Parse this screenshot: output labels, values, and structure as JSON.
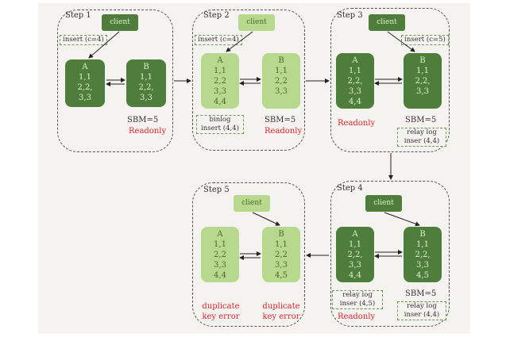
{
  "steps": [
    {
      "label": "Step 1",
      "client": "client",
      "note_insert": "insert (c=4)",
      "A": {
        "name": "A",
        "rows": [
          "1,1",
          "2,2,",
          "3,3"
        ]
      },
      "B": {
        "name": "B",
        "rows": [
          "1,1",
          "2,2,",
          "3,3"
        ]
      },
      "sbm": "SBM=5",
      "readonly": "Readonly"
    },
    {
      "label": "Step 2",
      "client": "client",
      "note_insert": "insert (c=4)",
      "A": {
        "name": "A",
        "rows": [
          "1,1",
          "2,2",
          "3,3",
          "4,4"
        ]
      },
      "B": {
        "name": "B",
        "rows": [
          "1,1",
          "2,2",
          "3,3"
        ]
      },
      "binlog": [
        "binlog",
        "insert (4,4)"
      ],
      "sbm": "SBM=5",
      "readonly": "Readonly"
    },
    {
      "label": "Step 3",
      "client": "client",
      "note_insert": "insert (c=5)",
      "A": {
        "name": "A",
        "rows": [
          "1,1",
          "2,2,",
          "3,3",
          "4,4"
        ]
      },
      "B": {
        "name": "B",
        "rows": [
          "1,1",
          "2,2,",
          "3,3"
        ]
      },
      "relay": [
        "relay log",
        "inser (4,4)"
      ],
      "sbm": "SBM=5",
      "readonly": "Readonly"
    },
    {
      "label": "Step 4",
      "client": "client",
      "A": {
        "name": "A",
        "rows": [
          "1,1",
          "2,2,",
          "3,3",
          "4,4"
        ]
      },
      "B": {
        "name": "B",
        "rows": [
          "1,1",
          "2,2,",
          "3,3",
          "4,5"
        ]
      },
      "relay_a": [
        "relay log",
        "inser (4,5)"
      ],
      "relay_b": [
        "relay log",
        "inser (4,4)"
      ],
      "sbm": "SBM=5",
      "readonly": "Readonly"
    },
    {
      "label": "Step 5",
      "client": "client",
      "A": {
        "name": "A",
        "rows": [
          "1,1",
          "2,2",
          "3,3",
          "4,4"
        ]
      },
      "B": {
        "name": "B",
        "rows": [
          "1,1",
          "2,2",
          "3,3",
          "4,5"
        ]
      },
      "error_a": [
        "duplicate",
        "key error"
      ],
      "error_b": [
        "duplicate",
        "key error"
      ]
    }
  ],
  "colors": {
    "dark_node": "#4f7e3c",
    "light_node": "#b6d98d",
    "readonly": "#e0232e",
    "canvas": "#f4f3ef"
  }
}
